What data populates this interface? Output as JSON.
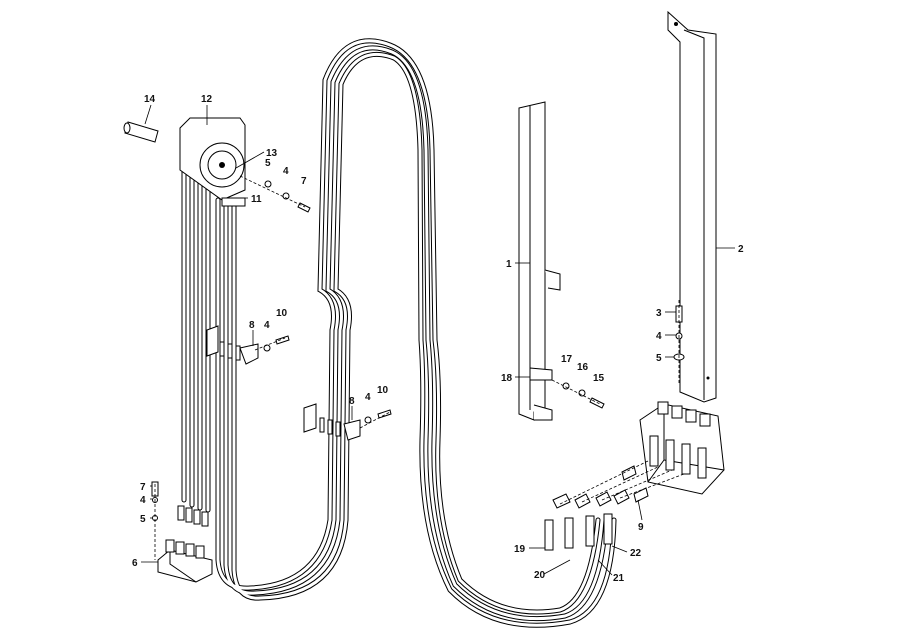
{
  "callouts": [
    {
      "id": "c1",
      "text": "1"
    },
    {
      "id": "c2",
      "text": "2"
    },
    {
      "id": "c3",
      "text": "3"
    },
    {
      "id": "c4a",
      "text": "4"
    },
    {
      "id": "c4b",
      "text": "4"
    },
    {
      "id": "c4c",
      "text": "4"
    },
    {
      "id": "c4d",
      "text": "4"
    },
    {
      "id": "c4e",
      "text": "4"
    },
    {
      "id": "c5a",
      "text": "5"
    },
    {
      "id": "c5b",
      "text": "5"
    },
    {
      "id": "c5c",
      "text": "5"
    },
    {
      "id": "c6",
      "text": "6"
    },
    {
      "id": "c7a",
      "text": "7"
    },
    {
      "id": "c7b",
      "text": "7"
    },
    {
      "id": "c8a",
      "text": "8"
    },
    {
      "id": "c8b",
      "text": "8"
    },
    {
      "id": "c9",
      "text": "9"
    },
    {
      "id": "c10a",
      "text": "10"
    },
    {
      "id": "c10b",
      "text": "10"
    },
    {
      "id": "c11",
      "text": "11"
    },
    {
      "id": "c12",
      "text": "12"
    },
    {
      "id": "c13",
      "text": "13"
    },
    {
      "id": "c14",
      "text": "14"
    },
    {
      "id": "c15",
      "text": "15"
    },
    {
      "id": "c16",
      "text": "16"
    },
    {
      "id": "c17",
      "text": "17"
    },
    {
      "id": "c18",
      "text": "18"
    },
    {
      "id": "c19",
      "text": "19"
    },
    {
      "id": "c20",
      "text": "20"
    },
    {
      "id": "c21",
      "text": "21"
    },
    {
      "id": "c22",
      "text": "22"
    }
  ]
}
